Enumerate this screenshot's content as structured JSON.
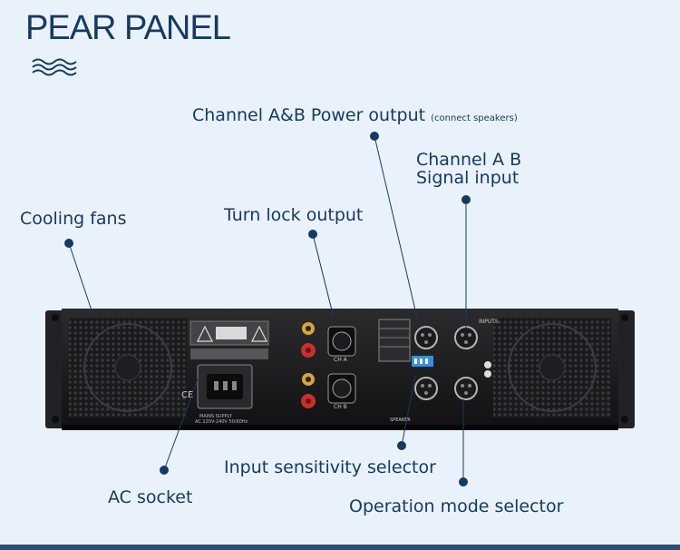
{
  "header": {
    "title": "PEAR PANEL",
    "decoration_icon": "waves-icon"
  },
  "callouts": {
    "power_output": "Channel A&B Power output",
    "power_output_note": "(connect speakers)",
    "signal_input_line1": "Channel A B",
    "signal_input_line2": "Signal input",
    "cooling_fans": "Cooling fans",
    "turn_lock": "Turn lock output",
    "sensitivity": "Input sensitivity selector",
    "ac_socket": "AC socket",
    "operation_mode": "Operation mode selector"
  },
  "panel": {
    "ch_a": "CH A",
    "ch_b": "CH B",
    "inputs": "INPUTS",
    "ce_mark": "CE",
    "mains": "MAINS SUPPLY",
    "voltage": "AC 220V-240V 50/60Hz",
    "speaker": "SPEAKER"
  },
  "colors": {
    "background": "#e9f2fb",
    "accent": "#163a63",
    "chassis": "#1c1c1f",
    "fan_grille": "#2d2d31",
    "binding_post_red": "#c8302a",
    "binding_post_gold": "#d6a632",
    "dip_switch": "#3b8fd9"
  }
}
